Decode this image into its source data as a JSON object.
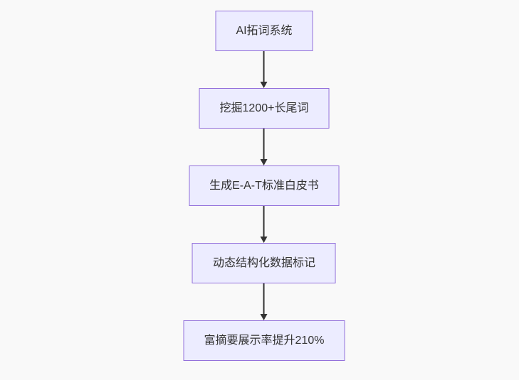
{
  "diagram": {
    "type": "flowchart",
    "direction": "top-down",
    "nodes": [
      {
        "id": "n1",
        "label": "AI拓词系统"
      },
      {
        "id": "n2",
        "label": "挖掘1200+长尾词"
      },
      {
        "id": "n3",
        "label": "生成E-A-T标准白皮书"
      },
      {
        "id": "n4",
        "label": "动态结构化数据标记"
      },
      {
        "id": "n5",
        "label": "富摘要展示率提升210%"
      }
    ],
    "edges": [
      {
        "from": "n1",
        "to": "n2"
      },
      {
        "from": "n2",
        "to": "n3"
      },
      {
        "from": "n3",
        "to": "n4"
      },
      {
        "from": "n4",
        "to": "n5"
      }
    ],
    "colors": {
      "node_fill": "#ECECFF",
      "node_border": "#9370DB",
      "arrow": "#333333",
      "text": "#333333",
      "background": "#f9f9f9"
    }
  }
}
